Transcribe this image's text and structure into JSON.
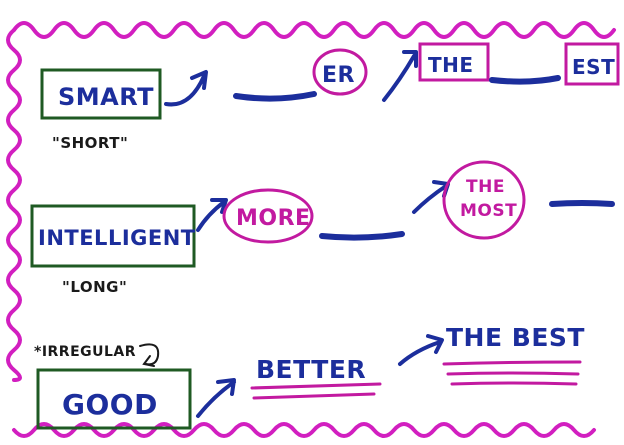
{
  "rows": [
    {
      "adjective": "SMART",
      "note": "\"SHORT\"",
      "comparative_suffix": "ER",
      "superlative_prefix": "THE",
      "superlative_suffix": "EST"
    },
    {
      "adjective": "INTELLIGENT",
      "note": "\"LONG\"",
      "comparative_word": "MORE",
      "superlative_word_1": "THE",
      "superlative_word_2": "MOST"
    },
    {
      "adjective": "GOOD",
      "note": "*IRREGULAR",
      "comparative_word": "BETTER",
      "superlative_word": "THE BEST"
    }
  ],
  "colors": {
    "border": "#d21fc0",
    "box": "#1f5a23",
    "ink_blue": "#1c2e9c",
    "ink_pink": "#c21aa0",
    "ink_dark": "#1a1a1a"
  }
}
